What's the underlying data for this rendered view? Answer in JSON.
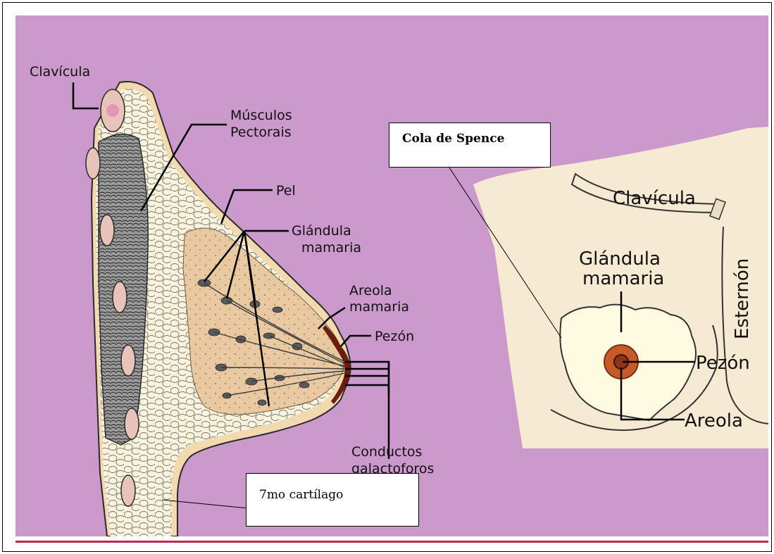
{
  "colors": {
    "background": "#cc99cc",
    "skin": "#f6ead2",
    "gland": "#fff6d8",
    "areola": "#c85a28",
    "accent_line": "#c0264f"
  },
  "left_diagram": {
    "labels": {
      "clavicle": "Clavícula",
      "muscles_l1": "Músculos",
      "muscles_l2": "Pectorais",
      "skin": "Pel",
      "gland_l1": "Glándula",
      "gland_l2": "mamaria",
      "areola_l1": "Areola",
      "areola_l2": "mamaria",
      "nipple": "Pezón",
      "ducts_l1": "Conductos",
      "ducts_l2": "galactoforos"
    }
  },
  "right_diagram": {
    "labels": {
      "clavicle": "Clavícula",
      "sternum": "Esternón",
      "gland_l1": "Glándula",
      "gland_l2": "mamaria",
      "nipple": "Pezón",
      "areola": "Areola"
    }
  },
  "annotations": {
    "spence_tail": "Cola de Spence",
    "cartilage": "7mo cartílago"
  }
}
